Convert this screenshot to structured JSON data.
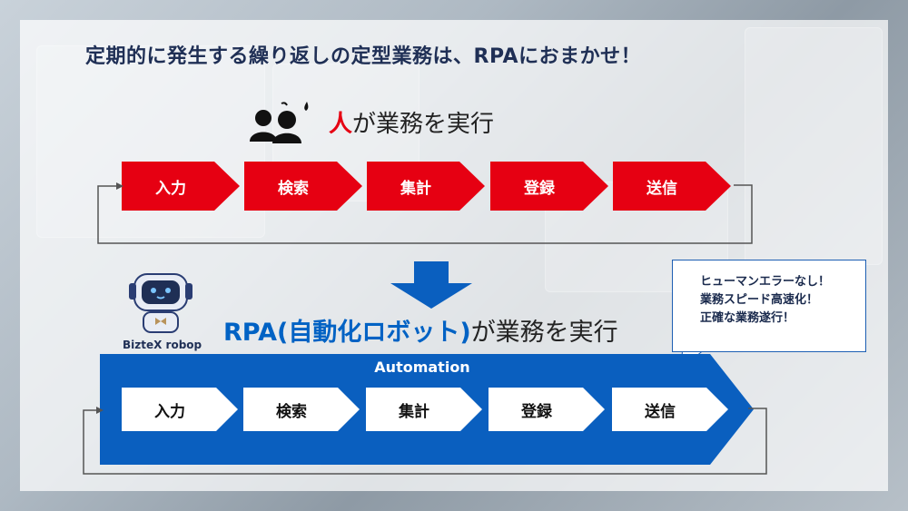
{
  "title": "定期的に発生する繰り返しの定型業務は、RPAにおまかせ！",
  "human": {
    "label_accent": "人",
    "label_rest": "が業務を実行"
  },
  "human_steps": [
    "入力",
    "検索",
    "集計",
    "登録",
    "送信"
  ],
  "robot": {
    "name": "BizteX robop"
  },
  "rpa": {
    "label_accent": "RPA(自動化ロボット)",
    "label_rest": "が業務を実行"
  },
  "callout": {
    "lines": [
      "ヒューマンエラーなし！",
      "業務スピード高速化！",
      "正確な業務遂行！"
    ]
  },
  "automation": {
    "label": "Automation"
  },
  "robot_steps": [
    "入力",
    "検索",
    "集計",
    "登録",
    "送信"
  ],
  "colors": {
    "red": "#e60012",
    "blue": "#0a5fbf",
    "title": "#1f2f55"
  }
}
